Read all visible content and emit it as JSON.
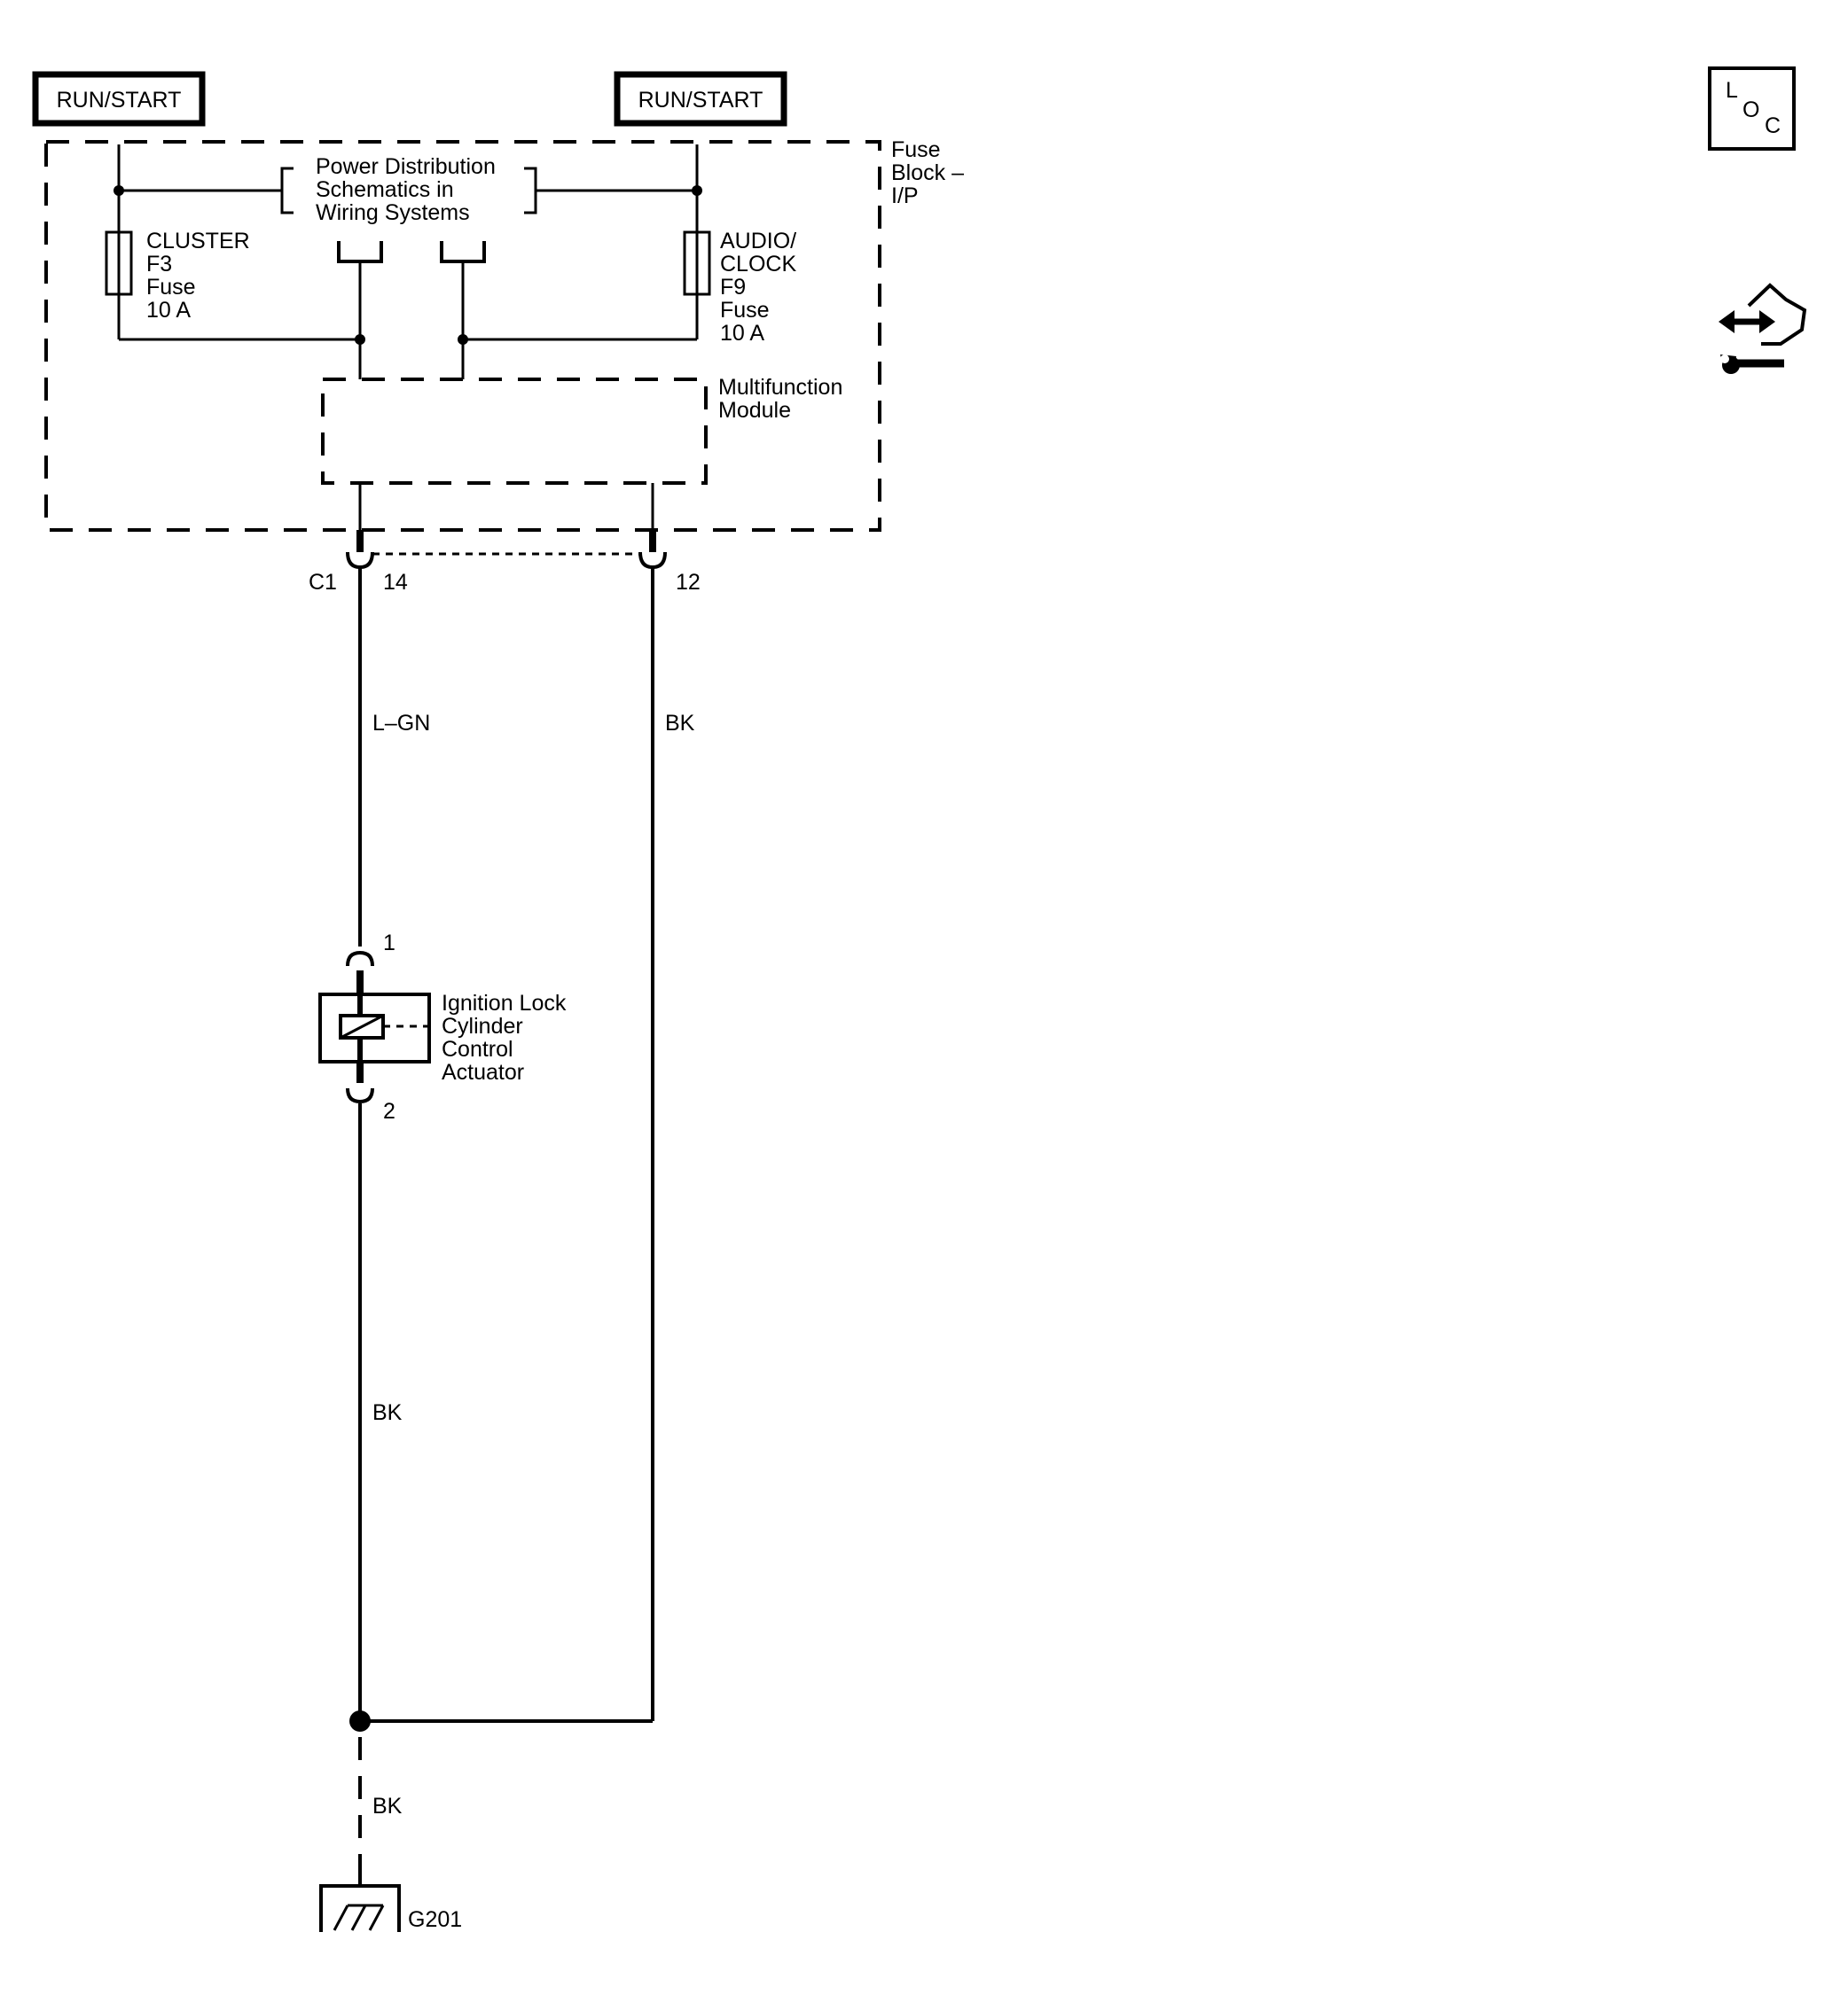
{
  "power_sources": [
    {
      "label": "RUN/START"
    },
    {
      "label": "RUN/START"
    }
  ],
  "fuse_block": {
    "label_lines": [
      "Fuse",
      "Block –",
      "I/P"
    ]
  },
  "power_distribution": {
    "label_lines": [
      "Power Distribution",
      "Schematics in",
      "Wiring Systems"
    ]
  },
  "fuses": [
    {
      "label_lines": [
        "CLUSTER",
        "F3",
        "Fuse",
        "10 A"
      ]
    },
    {
      "label_lines": [
        "AUDIO/",
        "CLOCK",
        "F9",
        "Fuse",
        "10 A"
      ]
    }
  ],
  "multifunction_module": {
    "label_lines": [
      "Multifunction",
      "Module"
    ]
  },
  "connector": {
    "name": "C1",
    "pins": [
      "14",
      "12"
    ]
  },
  "wires": {
    "pin14_color": "L–GN",
    "pin12_color": "BK",
    "actuator_ground_color": "BK",
    "ground_color": "BK"
  },
  "actuator": {
    "label_lines": [
      "Ignition Lock",
      "Cylinder",
      "Control",
      "Actuator"
    ],
    "pin_top": "1",
    "pin_bottom": "2"
  },
  "ground": {
    "label": "G201"
  },
  "icons": {
    "loc": {
      "letters": [
        "L",
        "O",
        "C"
      ]
    },
    "service": {
      "name": "service-arrows-wrench-icon"
    }
  }
}
